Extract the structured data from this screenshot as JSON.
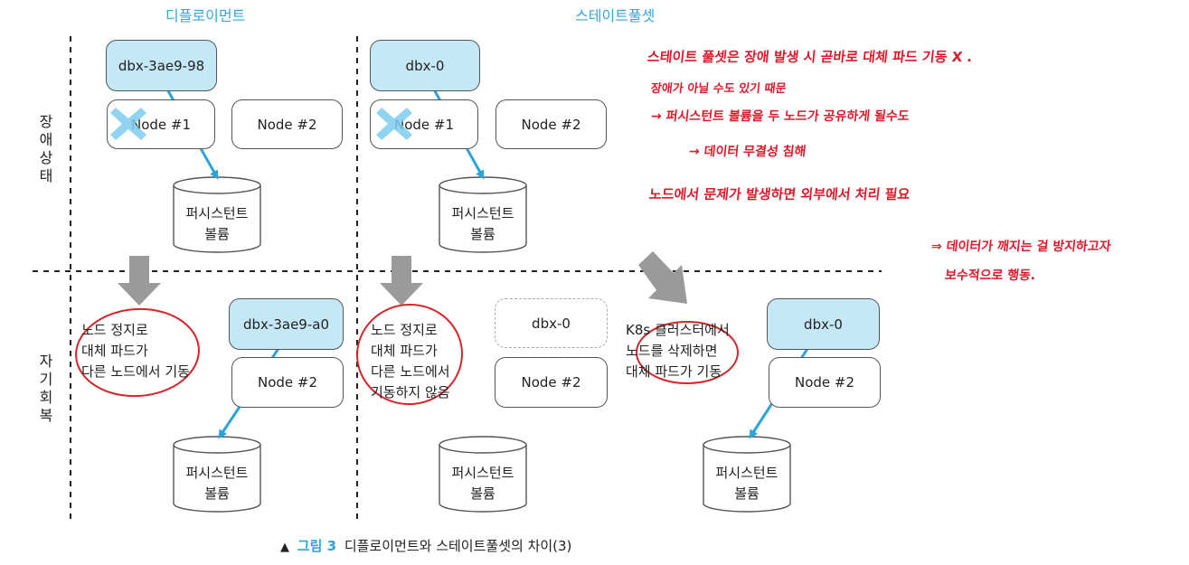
{
  "columns": {
    "deployment_title": "디플로이먼트",
    "statefulset_title": "스테이트풀셋"
  },
  "rows": {
    "failure_label": "장\n애\n상\n태",
    "recovery_label": "자\n기\n회\n복"
  },
  "top": {
    "deploy_pod": "dbx-3ae9-98",
    "deploy_node1": "Node #1",
    "deploy_node2": "Node #2",
    "deploy_volume": "퍼시스턴트\n볼륨",
    "sts_pod": "dbx-0",
    "sts_node1": "Node #1",
    "sts_node2": "Node #2",
    "sts_volume": "퍼시스턴트\n볼륨"
  },
  "bottom": {
    "deploy_text": "노드 정지로\n대체 파드가\n다른 노드에서 기동",
    "deploy_pod": "dbx-3ae9-a0",
    "deploy_node2": "Node #2",
    "deploy_volume": "퍼시스턴트\n볼륨",
    "sts_text": "노드 정지로\n대체 파드가\n다른 노드에서\n기동하지 않음",
    "sts_pod_pending": "dbx-0",
    "sts_node2": "Node #2",
    "sts_volume": "퍼시스턴트\n볼륨",
    "k8s_text": "K8s 클러스터에서\n노드를 삭제하면\n대체 파드가 기동",
    "k8s_pod": "dbx-0",
    "k8s_node2": "Node #2",
    "k8s_volume": "퍼시스턴트\n볼륨"
  },
  "annotations": {
    "line1": "스테이트 풀셋은 장애 발생 시 곧바로 대체 파드 기동 X .",
    "line2": "장애가 아닐 수도 있기 때문",
    "line3": "→ 퍼시스턴트 볼륨을 두 노드가 공유하게 될수도",
    "line4": "→ 데이터 무결성 침해",
    "line5": "노드에서 문제가 발생하면 외부에서 처리 필요",
    "line6": "⇒ 데이터가 깨지는 걸 방지하고자",
    "line7": "보수적으로 행동."
  },
  "caption": {
    "marker": "▲",
    "figure": "그림 3",
    "text": "디플로이먼트와 스테이트풀셋의 차이(3)"
  },
  "colors": {
    "accent_blue": "#2ba3dc",
    "pod_fill": "#c5e8f7",
    "x_mark": "#7ecdf0",
    "annotation_red": "#e0192a",
    "transition_arrow": "#9a9a9a"
  }
}
